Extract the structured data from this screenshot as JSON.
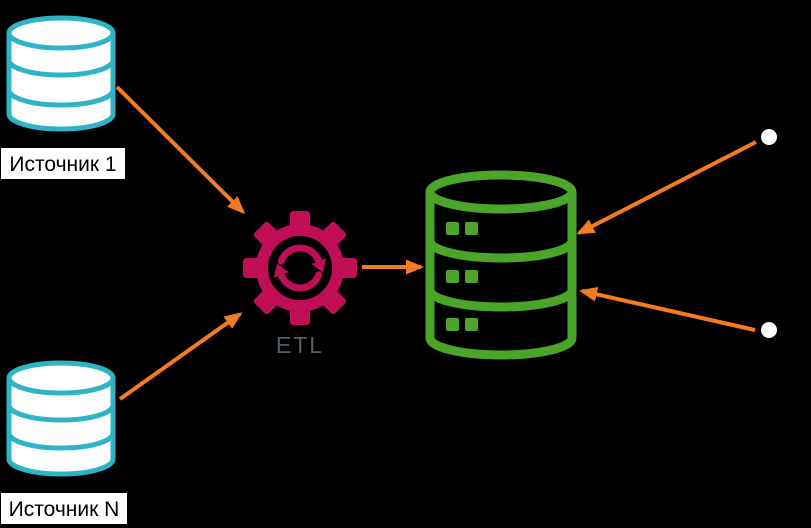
{
  "diagram": {
    "title": "ETL data flow diagram",
    "background_color": "#000000",
    "colors": {
      "source_db": "#2eb4c4",
      "source_db_fill": "#ffffff",
      "warehouse_db": "#4aa529",
      "warehouse_db_fill": "#000000",
      "etl_gear": "#c00f56",
      "arrow": "#f47b20",
      "endpoint_dot": "#ffffff",
      "label_bg": "#ffffff",
      "label_text": "#000000",
      "etl_label_text": "#525d66"
    },
    "nodes": {
      "source1": {
        "label": "Источник 1",
        "type": "database"
      },
      "sourceN": {
        "label": "Источник N",
        "type": "database"
      },
      "etl": {
        "label": "ETL",
        "type": "gear-process"
      },
      "warehouse": {
        "type": "database"
      }
    },
    "flows": [
      {
        "from": "source1",
        "to": "etl"
      },
      {
        "from": "sourceN",
        "to": "etl"
      },
      {
        "from": "etl",
        "to": "warehouse"
      },
      {
        "from": "endpoint-top",
        "to": "warehouse"
      },
      {
        "from": "endpoint-bottom",
        "to": "warehouse"
      }
    ]
  }
}
